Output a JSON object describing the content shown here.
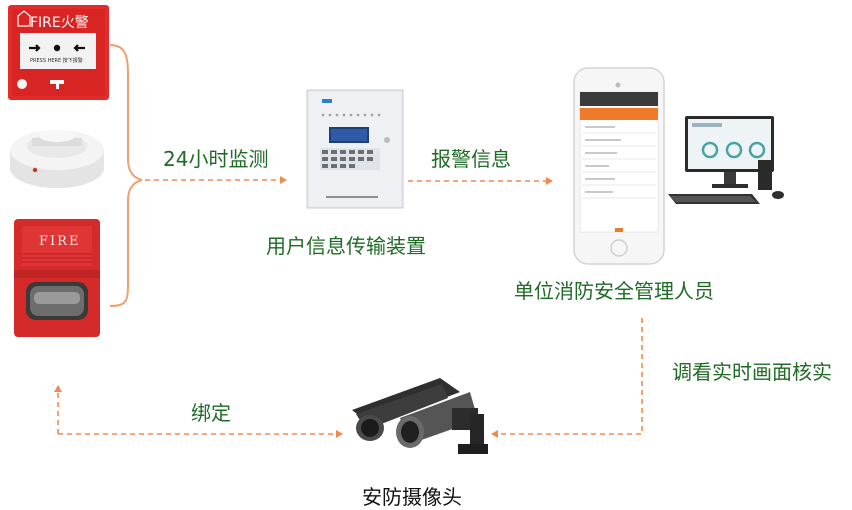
{
  "labels": {
    "monitor": "24小时监测",
    "alarm_info": "报警信息",
    "device_name": "用户信息传输装置",
    "manager": "单位消防安全管理人员",
    "verify": "调看实时画面核实",
    "bind": "绑定",
    "camera": "安防摄像头"
  },
  "devices": {
    "call_point_title": "FIRE火警",
    "call_point_press": "PRESS HERE  按下报警",
    "strobe_text": "FIRE"
  },
  "colors": {
    "arrow": "#f08a50",
    "label_green": "#1f6b26",
    "alarm_red": "#e32b2b"
  }
}
